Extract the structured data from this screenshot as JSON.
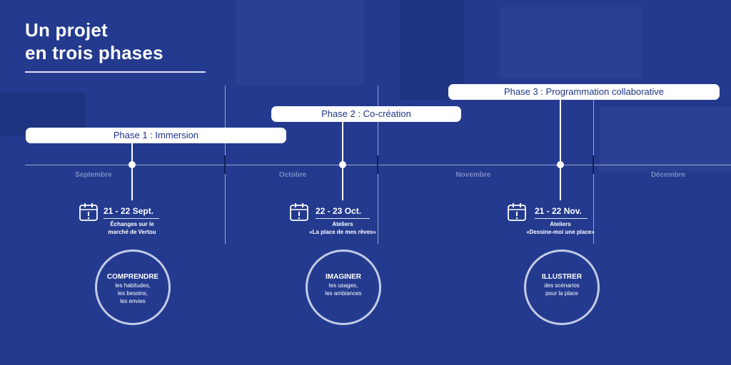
{
  "title": {
    "line1": "Un projet",
    "line2": "en trois phases"
  },
  "months": [
    "Septembre",
    "Octobre",
    "Novembre",
    "Décembre"
  ],
  "phases": [
    "Phase 1 : Immersion",
    "Phase 2 : Co-création",
    "Phase 3 : Programmation collaborative"
  ],
  "events": [
    {
      "date": "21 - 22 Sept.",
      "line1": "Échanges sur le",
      "line2": "marché de Vertou"
    },
    {
      "date": "22 - 23 Oct.",
      "line1": "Ateliers",
      "line2": "«La place de mes rêves»"
    },
    {
      "date": "21 - 22 Nov.",
      "line1": "Ateliers",
      "line2": "«Dessine-moi une place»"
    }
  ],
  "circles": [
    {
      "head": "COMPRENDRE",
      "l1": "les habitudes,",
      "l2": "les besoins,",
      "l3": "les envies"
    },
    {
      "head": "IMAGINER",
      "l1": "les usages,",
      "l2": "les ambiances",
      "l3": ""
    },
    {
      "head": "ILLUSTRER",
      "l1": "des scénarios",
      "l2": "pour la place",
      "l3": ""
    }
  ],
  "colors": {
    "background": "#233a8e",
    "bar_text": "#1f3585",
    "month_text": "#7b8bc4",
    "circle_border": "#c3cbe6"
  },
  "icons": [
    "calendar-icon"
  ]
}
